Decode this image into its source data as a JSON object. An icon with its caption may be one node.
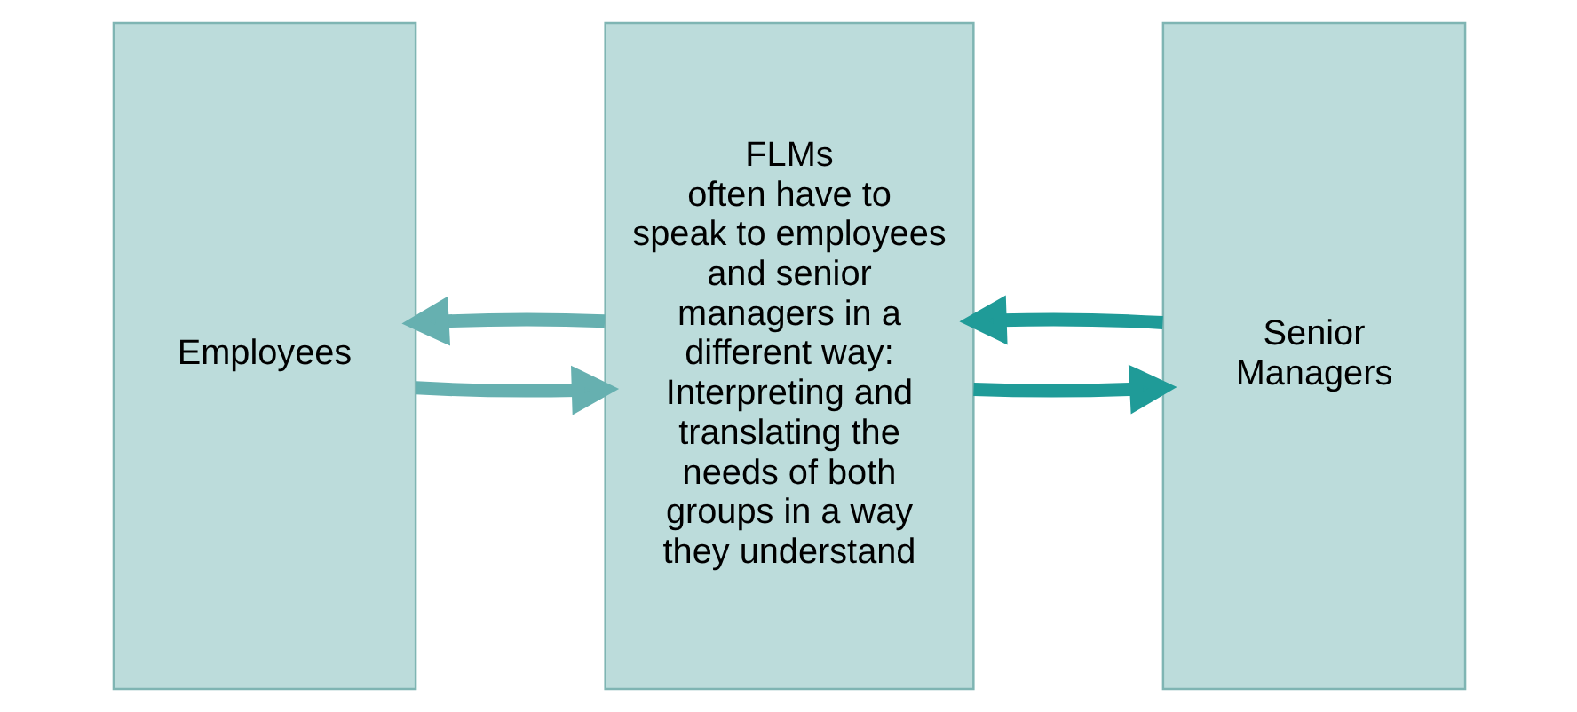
{
  "diagram": {
    "nodes": [
      {
        "text": [
          "Employees"
        ]
      },
      {
        "text": [
          "FLMs",
          "often have to speak to employees and senior managers in a different way: Interpreting and translating the needs of both groups in a way they understand"
        ]
      },
      {
        "text": [
          "Senior Managers"
        ]
      }
    ],
    "edges": [
      {
        "from": 1,
        "to": 0,
        "arrow": "to",
        "color": "#66b0b0"
      },
      {
        "from": 0,
        "to": 1,
        "arrow": "to",
        "color": "#66b0b0"
      },
      {
        "from": 2,
        "to": 1,
        "arrow": "to",
        "color": "#1f9b98"
      },
      {
        "from": 1,
        "to": 2,
        "arrow": "to",
        "color": "#1f9b98"
      }
    ]
  }
}
